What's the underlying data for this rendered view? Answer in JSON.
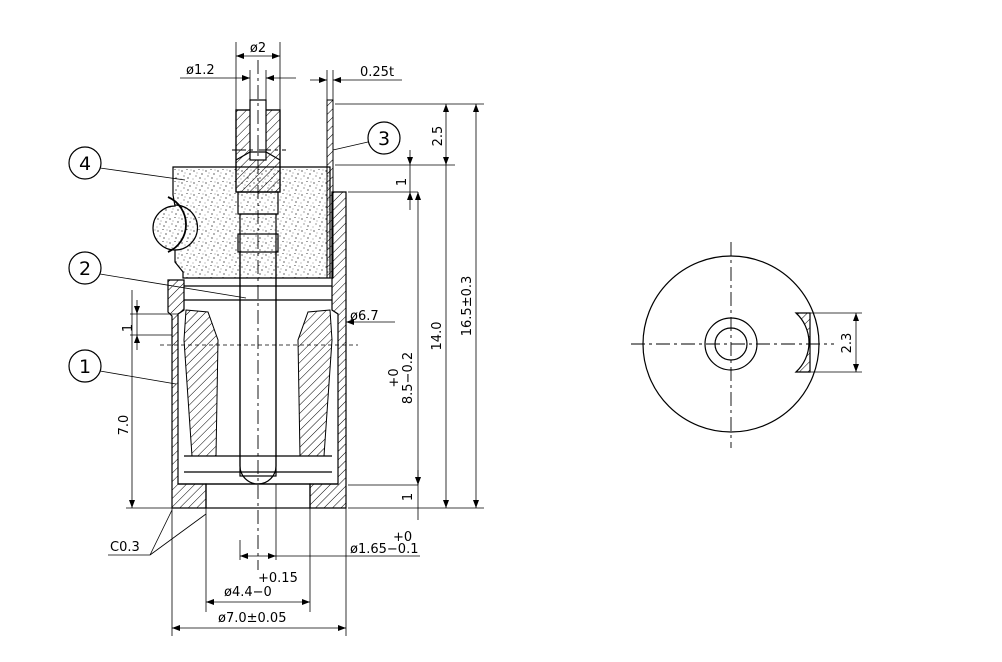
{
  "dimensions": {
    "pin_diameter": "ø2",
    "pin_bore": "ø1.2",
    "sheet_thickness": "0.25t",
    "tab_height": "2.5",
    "tab_step": "1",
    "overall_height": "16.5±0.3",
    "body_height": "14.0",
    "cavity_upper": "+0",
    "cavity_lower": "8.5−0.2",
    "sleeve_gap": "1",
    "cup_height": "7.0",
    "base_thickness": "1",
    "groove_diameter": "ø6.7",
    "chamfer": "C0.3",
    "tip_upper": "+0",
    "tip_lower": "ø1.65−0.1",
    "inner_upper": "+0.15",
    "inner_lower": "ø4.4−0",
    "outer_diameter": "ø7.0±0.05",
    "slot_width": "2.3"
  },
  "balloons": [
    "1",
    "2",
    "3",
    "4"
  ]
}
